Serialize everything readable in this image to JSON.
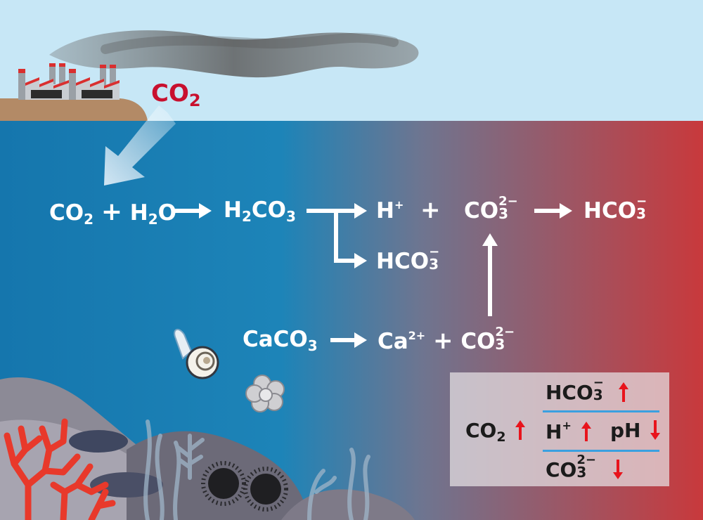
{
  "colors": {
    "sky": "#c7e7f6",
    "ocean_left": "#1576ad",
    "ocean_right": "#c8393c",
    "emission_red": "#c8102e",
    "increase_arrow": "#e8141c",
    "legend_line": "#3aa0e0"
  },
  "emission": {
    "label": "CO",
    "sub": "2"
  },
  "equations": {
    "main": {
      "co2": "CO",
      "co2_sub": "2",
      "plus": "+",
      "h2o_a": "H",
      "h2o_sub": "2",
      "h2o_b": "O",
      "h2co3_a": "H",
      "h2co3_sub": "2",
      "h2co3_b": "CO",
      "h2co3_sub2": "3",
      "h": "H",
      "h_sup": "+",
      "plus2": "+",
      "co3": "CO",
      "co3_sup": "2−",
      "co3_sub": "3",
      "hco3": "HCO",
      "hco3_sup": "−",
      "hco3_sub": "3"
    },
    "branch": {
      "hco3": "HCO",
      "hco3_sup": "−",
      "hco3_sub": "3"
    },
    "dissolution": {
      "caco3": "CaCO",
      "caco3_sub": "3",
      "ca": "Ca",
      "ca_sup": "2+",
      "plus": "+",
      "co3": "CO",
      "co3_sup": "2−",
      "co3_sub": "3"
    }
  },
  "legend": {
    "co2": "CO",
    "co2_sub": "2",
    "hco3": "HCO",
    "hco3_sup": "−",
    "hco3_sub": "3",
    "h": "H",
    "h_sup": "+",
    "ph": "pH",
    "co3": "CO",
    "co3_sup": "2−",
    "co3_sub": "3"
  }
}
